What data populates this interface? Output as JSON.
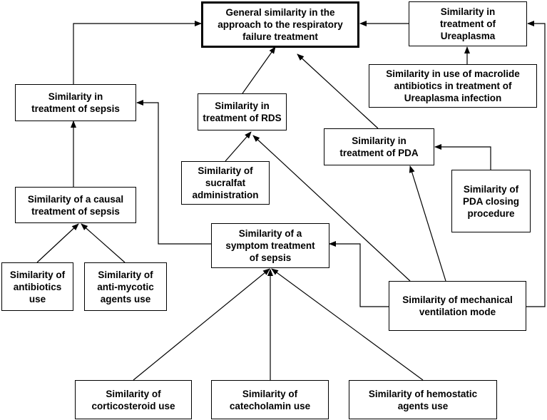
{
  "nodes": {
    "general": "General similarity in the\napproach to the respiratory\nfailure treatment",
    "ureaplasma": "Similarity in\ntreatment of\nUreaplasma",
    "macrolide": "Similarity in use of macrolide\nantibiotics in treatment of\nUreaplasma infection",
    "sepsis": "Similarity in\ntreatment of sepsis",
    "rds": "Similarity in\ntreatment of RDS",
    "pda": "Similarity in\ntreatment of PDA",
    "sucralfat": "Similarity of\nsucralfat\nadministration",
    "causal": "Similarity of a causal\ntreatment of sepsis",
    "pda_closing": "Similarity of\nPDA closing\nprocedure",
    "symptom": "Similarity of  a\nsymptom treatment\nof sepsis",
    "antibiotics": "Similarity of\nantibiotics\nuse",
    "antimycotic": "Similarity of\nanti-mycotic\nagents use",
    "ventilation": "Similarity of mechanical\nventilation mode",
    "corticosteroid": "Similarity of\ncorticosteroid use",
    "catecholamin": "Similarity of\ncatecholamin use",
    "hemostatic": "Similarity of hemostatic\nagents use"
  }
}
